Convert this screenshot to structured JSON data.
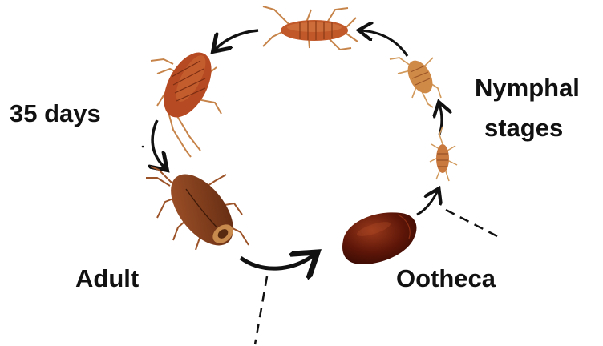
{
  "diagram": {
    "labels": {
      "days": "35 days",
      "nymphal_line1": "Nymphal",
      "nymphal_line2": "stages",
      "adult": "Adult",
      "ootheca": "Ootheca"
    },
    "colors": {
      "arrow": "#111111",
      "nymph_body": "#c0582a",
      "nymph_light": "#d7914a",
      "adult_body": "#7a3414",
      "ootheca": "#5e1608",
      "legs": "#b86b33"
    }
  }
}
